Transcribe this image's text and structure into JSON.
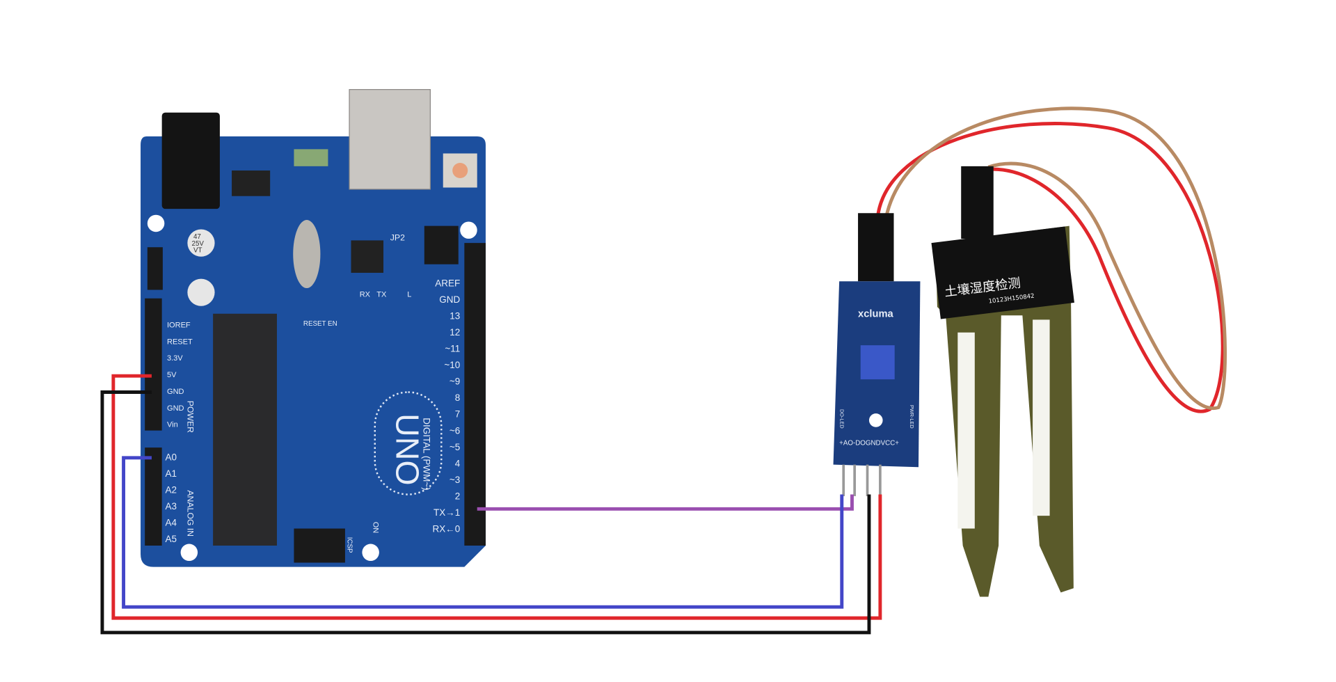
{
  "arduino": {
    "name_logo": "UNO",
    "power_pins": [
      "IOREF",
      "RESET",
      "3.3V",
      "5V",
      "GND",
      "GND",
      "Vin"
    ],
    "power_section": "POWER",
    "analog_pins": [
      "A0",
      "A1",
      "A2",
      "A3",
      "A4",
      "A5"
    ],
    "analog_section": "ANALOG IN",
    "digital_pins": [
      "AREF",
      "GND",
      "13",
      "12",
      "~11",
      "~10",
      "~9",
      "8",
      "7",
      "~6",
      "~5",
      "4",
      "~3",
      "2",
      "TX→1",
      "RX←0"
    ],
    "digital_section": "DIGITAL (PWM~)",
    "leds": [
      "RX",
      "TX",
      "L",
      "ON"
    ],
    "reset_label": "RESET EN",
    "cap_label": [
      "47",
      "25V",
      "VT"
    ],
    "jp2_label": "JP2",
    "icsp_label": "ICSP"
  },
  "sensor_module": {
    "brand": "xcluma",
    "pins_label": "+AO-DOGNDVCC+",
    "led_left": "DO-LED",
    "led_right": "PWR-LED"
  },
  "probe": {
    "title": "土壤湿度检测",
    "code": "10123H150842"
  },
  "wires": {
    "vcc": "#e0262b",
    "gnd": "#111111",
    "analog": "#4346c8",
    "digital": "#9a4fb0",
    "board": "#1c4f9e"
  }
}
